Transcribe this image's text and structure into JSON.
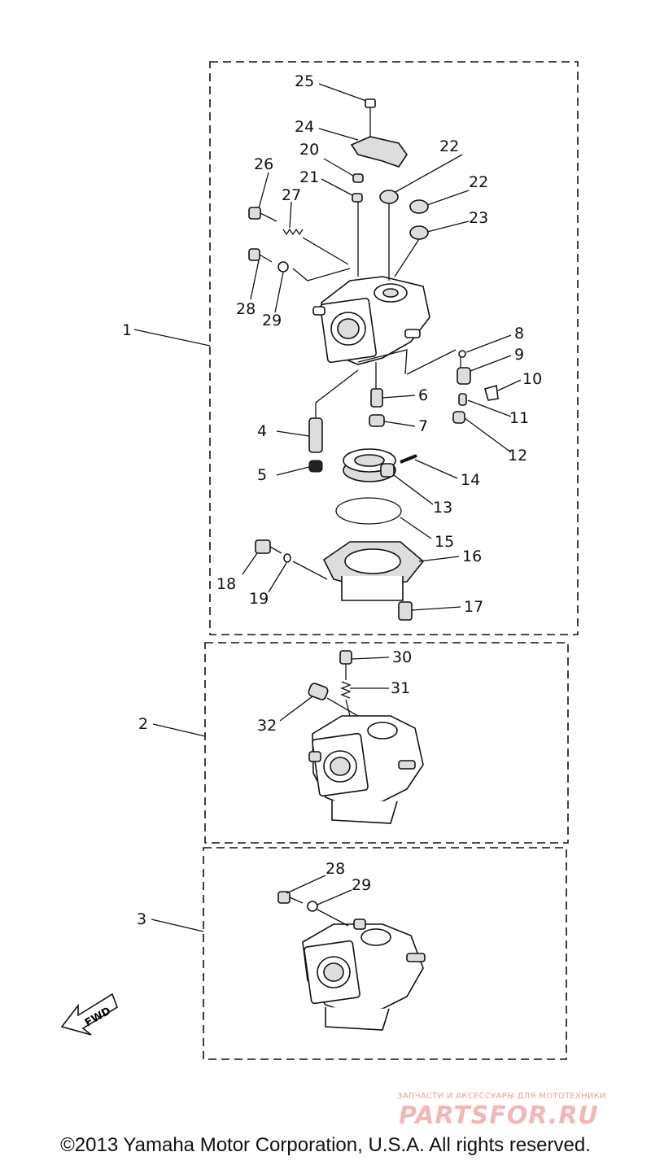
{
  "callouts": {
    "c1": "1",
    "c2": "2",
    "c3": "3",
    "c4": "4",
    "c5": "5",
    "c6": "6",
    "c7": "7",
    "c8": "8",
    "c9": "9",
    "c10": "10",
    "c11": "11",
    "c12": "12",
    "c13": "13",
    "c14": "14",
    "c15": "15",
    "c16": "16",
    "c17": "17",
    "c18": "18",
    "c19": "19",
    "c20": "20",
    "c21": "21",
    "c22a": "22",
    "c22b": "22",
    "c23": "23",
    "c24": "24",
    "c25": "25",
    "c26": "26",
    "c27": "27",
    "c28a": "28",
    "c29a": "29",
    "c30": "30",
    "c31": "31",
    "c32": "32",
    "c28b": "28",
    "c29b": "29"
  },
  "direction_label": "FWD",
  "watermark": {
    "tagline": "ЗАПЧАСТИ И АКСЕССУАРЫ ДЛЯ МОТОТЕХНИКИ",
    "logo": "PARTSFOR.RU"
  },
  "copyright": "©2013 Yamaha Motor Corporation, U.S.A. All rights reserved."
}
